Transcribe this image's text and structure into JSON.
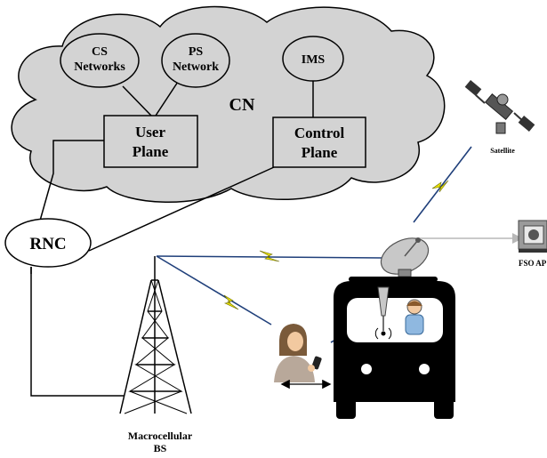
{
  "core_network": {
    "label": "CN",
    "cs_networks": {
      "line1": "CS",
      "line2": "Networks"
    },
    "ps_network": {
      "line1": "PS",
      "line2": "Network"
    },
    "ims": "IMS",
    "user_plane": {
      "line1": "User",
      "line2": "Plane"
    },
    "control_plane": {
      "line1": "Control",
      "line2": "Plane"
    }
  },
  "rnc": "RNC",
  "base_station": {
    "line1": "Macrocellular",
    "line2": "BS"
  },
  "satellite": "Satellite",
  "fso_ap": "FSO AP",
  "colors": {
    "cloud_fill": "#d3d3d3",
    "wireless_link": "#1f3f7a",
    "lightning": "#e8e000",
    "fso_beam": "#b8b8b8",
    "bus": "#000000"
  }
}
